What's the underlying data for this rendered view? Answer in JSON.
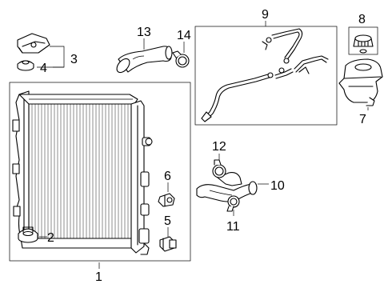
{
  "callouts": [
    {
      "id": "1",
      "part": "radiator"
    },
    {
      "id": "2",
      "part": "radiator-lower-insulator"
    },
    {
      "id": "3",
      "part": "radiator-upper-bracket-assembly"
    },
    {
      "id": "4",
      "part": "radiator-upper-insulator"
    },
    {
      "id": "5",
      "part": "drain-valve"
    },
    {
      "id": "6",
      "part": "sensor"
    },
    {
      "id": "7",
      "part": "coolant-reservoir"
    },
    {
      "id": "8",
      "part": "reservoir-cap"
    },
    {
      "id": "9",
      "part": "overflow-hose-assembly"
    },
    {
      "id": "10",
      "part": "lower-radiator-hose"
    },
    {
      "id": "11",
      "part": "lower-hose-clamp"
    },
    {
      "id": "12",
      "part": "lower-hose-clamp-upper"
    },
    {
      "id": "13",
      "part": "upper-radiator-hose"
    },
    {
      "id": "14",
      "part": "upper-hose-clamp"
    }
  ]
}
